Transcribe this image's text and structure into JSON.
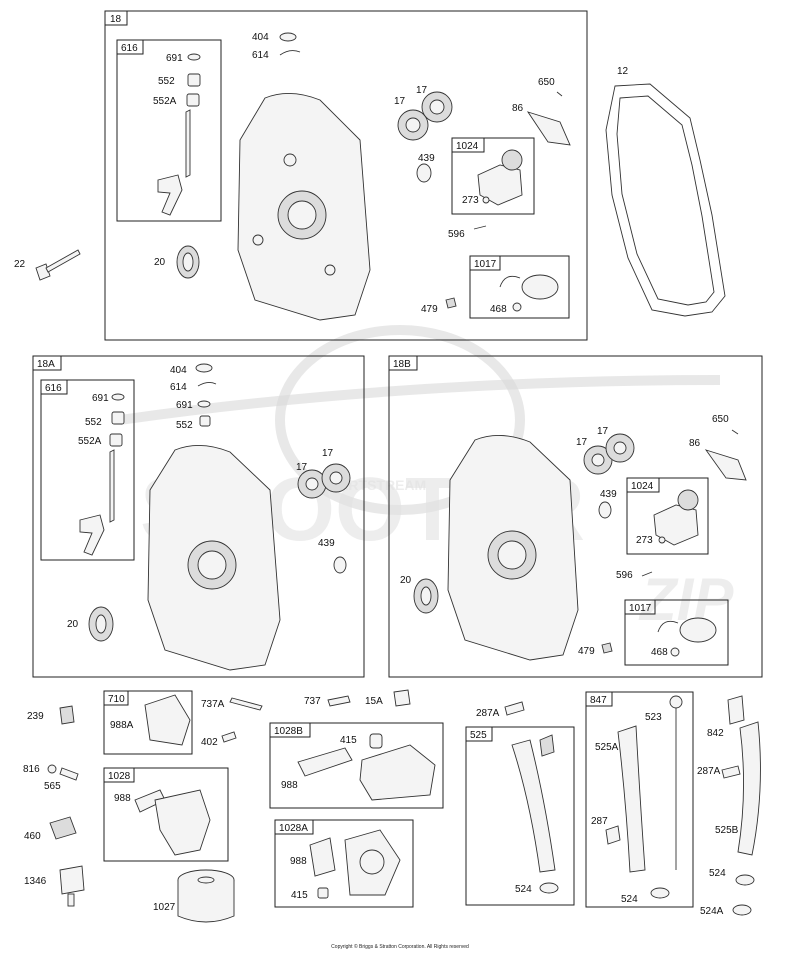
{
  "watermark": {
    "brand": "SCOOTER",
    "sub": "PARTSTREAM",
    "accent": "ZIP"
  },
  "copyright": "Copyright © Briggs & Stratton Corporation. All Rights reserved",
  "boxes": {
    "b18": "18",
    "b616a": "616",
    "b1024a": "1024",
    "b1017a": "1017",
    "b18A": "18A",
    "b616b": "616",
    "b18B": "18B",
    "b1024b": "1024",
    "b1017b": "1017",
    "b710": "710",
    "b1028": "1028",
    "b1028B": "1028B",
    "b1028A": "1028A",
    "b525": "525",
    "b847": "847"
  },
  "labels": {
    "l404a": "404",
    "l614a": "614",
    "l691a": "691",
    "l552a": "552",
    "l552Aa": "552A",
    "l17a1": "17",
    "l17a2": "17",
    "l650a": "650",
    "l86a": "86",
    "l12": "12",
    "l439a": "439",
    "l273a": "273",
    "l596a": "596",
    "l22": "22",
    "l20a": "20",
    "l479a": "479",
    "l468a": "468",
    "l404b": "404",
    "l614b": "614",
    "l691b": "691",
    "l552b": "552",
    "l691c": "691",
    "l552c": "552",
    "l552Ab": "552A",
    "l17b1": "17",
    "l17b2": "17",
    "l439b": "439",
    "l20b": "20",
    "l650b": "650",
    "l86b": "86",
    "l17c1": "17",
    "l17c2": "17",
    "l439c": "439",
    "l273b": "273",
    "l20c": "20",
    "l596b": "596",
    "l479b": "479",
    "l468b": "468",
    "l239": "239",
    "l988A": "988A",
    "l737A": "737A",
    "l402": "402",
    "l737": "737",
    "l15A": "15A",
    "l287A1": "287A",
    "l523": "523",
    "l842": "842",
    "l816": "816",
    "l565": "565",
    "l460": "460",
    "l988a": "988",
    "l988b": "988",
    "l415a": "415",
    "l525A": "525A",
    "l287A2": "287A",
    "l287": "287",
    "l525B": "525B",
    "l1346": "1346",
    "l988c": "988",
    "l415b": "415",
    "l524a": "524",
    "l524b": "524",
    "l524c": "524",
    "l1027": "1027",
    "l524A": "524A"
  }
}
